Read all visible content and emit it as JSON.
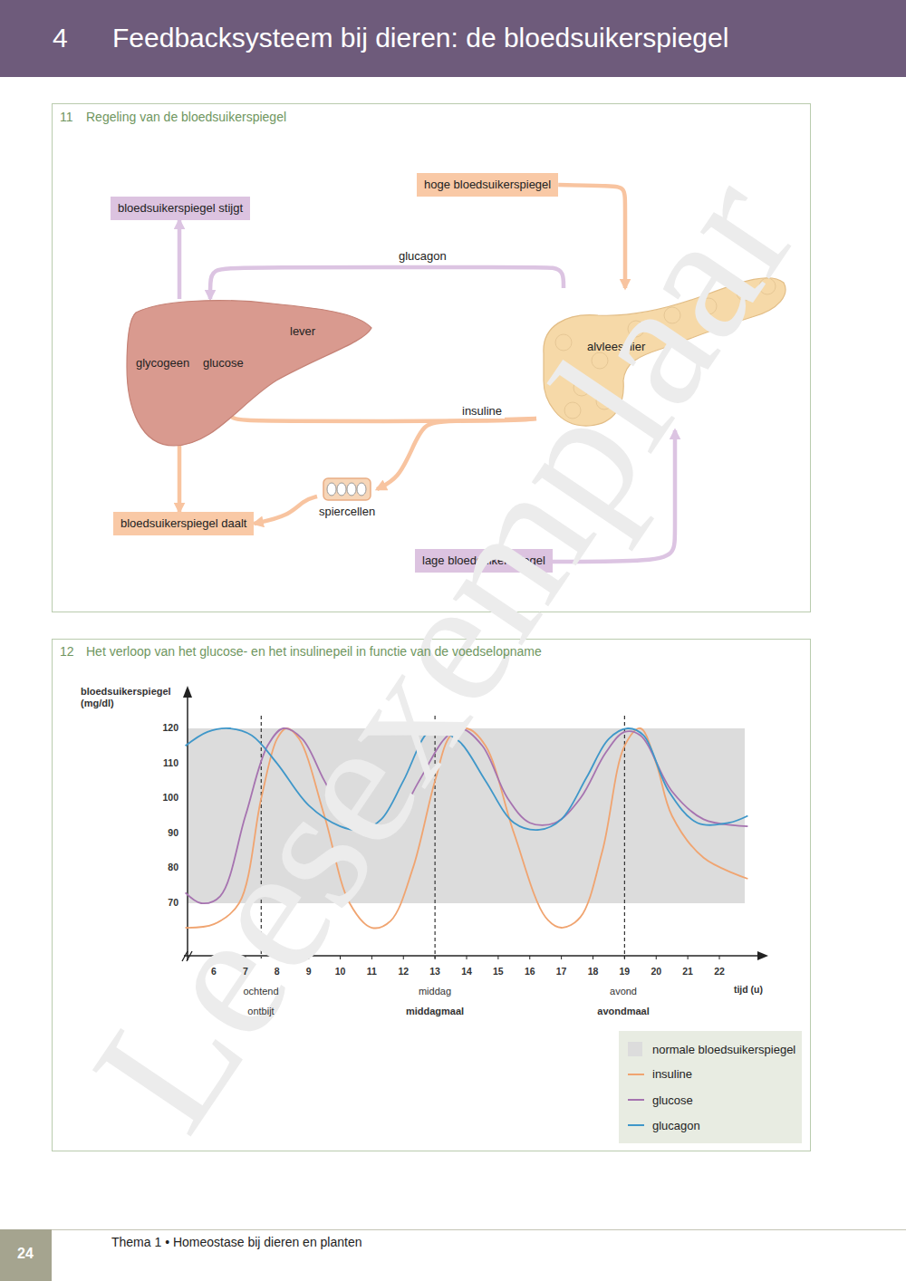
{
  "diagram": {
    "title": "Feedbacksysteem bij dieren: de bloedsuikerspiegel",
    "nodes": [
      {
        "text": [
          "bloedsuikerspiegel stijgt"
        ]
      },
      {
        "text": [
          "hoge bloedsuikerspiegel"
        ]
      },
      {
        "text": [
          "lever"
        ]
      },
      {
        "text": [
          "glycogeen"
        ],
        "in": 2
      },
      {
        "text": [
          "glucose"
        ],
        "in": 2
      },
      {
        "text": [
          "alvleesklier"
        ]
      },
      {
        "text": [
          "spiercellen"
        ]
      },
      {
        "text": [
          "bloedsuikerspiegel daalt"
        ]
      },
      {
        "text": [
          "lage bloedsuikerspiegel"
        ]
      }
    ],
    "edges": [
      {
        "from": 1,
        "to": 5,
        "arrow": "to"
      },
      {
        "from": 5,
        "to": 2,
        "label": "glucagon",
        "arrow": "to"
      },
      {
        "from": 2,
        "to": 0,
        "arrow": "to"
      },
      {
        "from": 3,
        "to": 4,
        "arrow": "to"
      },
      {
        "from": 4,
        "to": 3,
        "arrow": "to"
      },
      {
        "from": 5,
        "to": 2,
        "label": "insuline",
        "arrow": "to"
      },
      {
        "from": 5,
        "to": 6,
        "arrow": "to"
      },
      {
        "from": 2,
        "to": 7,
        "arrow": "to"
      },
      {
        "from": 6,
        "to": 7,
        "arrow": "to"
      },
      {
        "from": 8,
        "to": 5,
        "arrow": "to"
      }
    ],
    "labels": [
      "4",
      "11",
      "Regeling van de bloedsuikerspiegel",
      "12",
      "Het verloop van het glucose- en het insulinepeil in functie van de voedselopname",
      "bloedsuikerspiegel (mg/dl)",
      "120",
      "110",
      "100",
      "90",
      "80",
      "70",
      "6",
      "7",
      "8",
      "9",
      "10",
      "11",
      "12",
      "13",
      "14",
      "15",
      "16",
      "17",
      "18",
      "19",
      "20",
      "21",
      "22",
      "tijd (u)",
      "ochtend",
      "ontbijt",
      "middag",
      "middagmaal",
      "avond",
      "avondmaal",
      "24",
      "Thema 1 • Homeostase bij dieren en planten",
      "Leesexemplaar"
    ],
    "legend": [
      {
        "text": "normale bloedsuikerspiegel",
        "color": "#dcdcdc"
      },
      {
        "text": "insuline"
      },
      {
        "text": "glucose"
      },
      {
        "text": "glucagon"
      }
    ]
  }
}
